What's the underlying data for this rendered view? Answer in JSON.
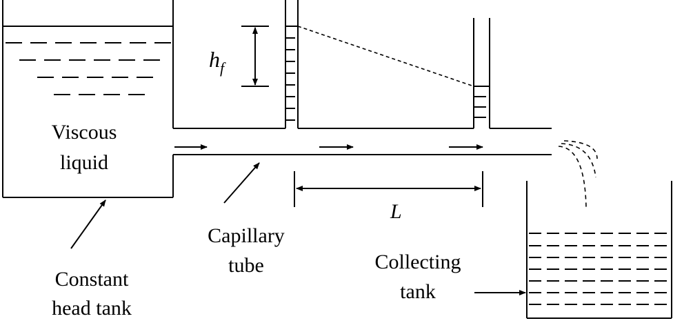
{
  "labels": {
    "viscous_line1": "Viscous",
    "viscous_line2": "liquid",
    "hf_main": "h",
    "hf_sub": "f",
    "length": "L",
    "capillary_line1": "Capillary",
    "capillary_line2": "tube",
    "constant_line1": "Constant",
    "constant_line2": "head tank",
    "collecting_line1": "Collecting",
    "collecting_line2": "tank"
  },
  "colors": {
    "line": "#000000",
    "background": "#ffffff"
  }
}
